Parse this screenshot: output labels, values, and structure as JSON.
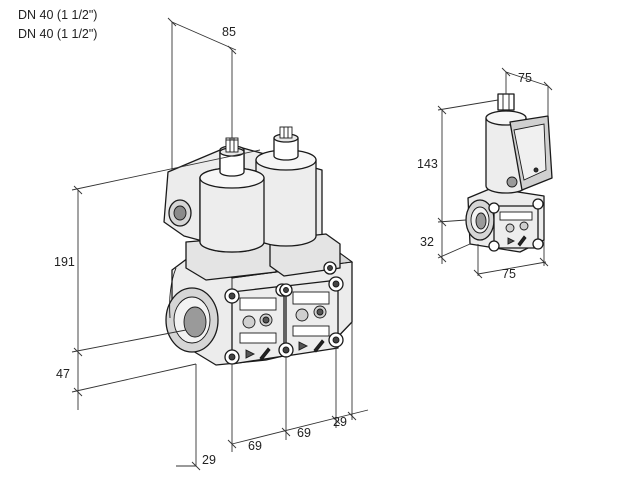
{
  "header": {
    "line1": "DN 40 (1 1/2\")",
    "line2": "DN 40 (1 1/2\")"
  },
  "dimensions": {
    "main_depth": "85",
    "main_height": "191",
    "main_base_height": "47",
    "main_offset_left": "29",
    "main_pitch_1": "69",
    "main_pitch_2": "69",
    "main_offset_right": "29",
    "side_depth": "75",
    "side_height": "143",
    "side_base_height": "32",
    "side_width": "75"
  },
  "colors": {
    "body_fill": "#ececec",
    "shade_fill": "#cfcfcf",
    "dark_fill": "#8a8a8a",
    "line": "#1a1a1a"
  }
}
